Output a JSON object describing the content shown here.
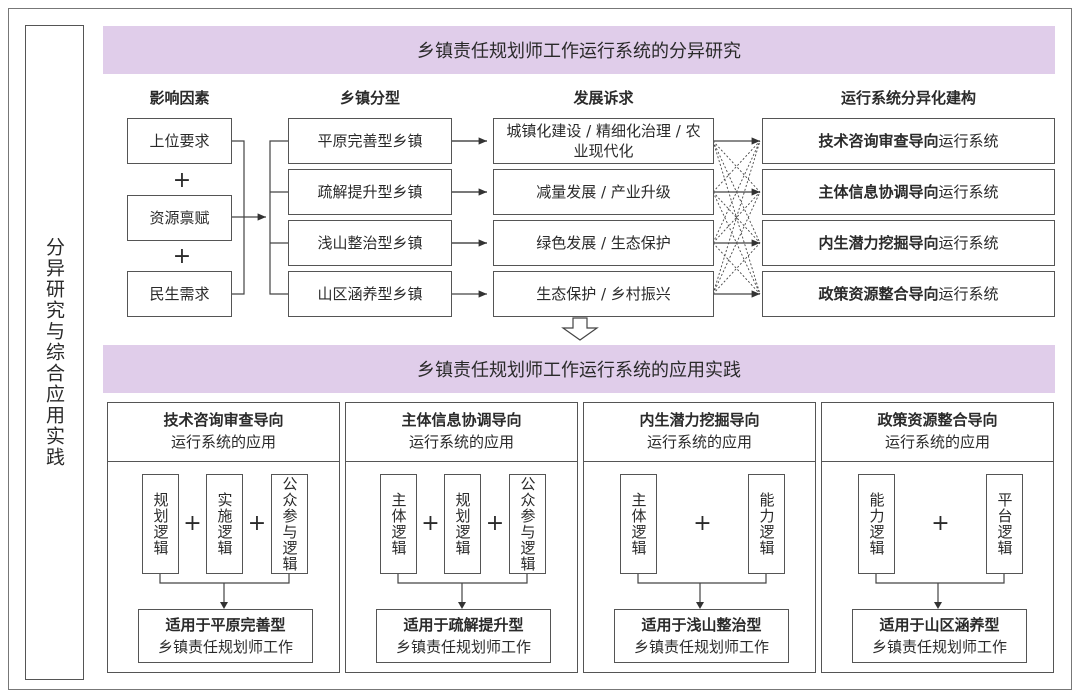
{
  "side_label": "分异研究与综合应用实践",
  "top_title": "乡镇责任规划师工作运行系统的分异研究",
  "bottom_title": "乡镇责任规划师工作运行系统的应用实践",
  "columns": {
    "factors": "影响因素",
    "types": "乡镇分型",
    "demands": "发展诉求",
    "systems": "运行系统分异化建构"
  },
  "factors": [
    "上位要求",
    "资源禀赋",
    "民生需求"
  ],
  "plus": "+",
  "types": [
    "平原完善型乡镇",
    "疏解提升型乡镇",
    "浅山整治型乡镇",
    "山区涵养型乡镇"
  ],
  "demands": [
    "城镇化建设 / 精细化治理 / 农业现代化",
    "减量发展 / 产业升级",
    "绿色发展 / 生态保护",
    "生态保护 / 乡村振兴"
  ],
  "systems": [
    {
      "bold": "技术咨询审查导向",
      "rest": "运行系统"
    },
    {
      "bold": "主体信息协调导向",
      "rest": "运行系统"
    },
    {
      "bold": "内生潜力挖掘导向",
      "rest": "运行系统"
    },
    {
      "bold": "政策资源整合导向",
      "rest": "运行系统"
    }
  ],
  "panels": [
    {
      "title": "技术咨询审查导向",
      "subtitle": "运行系统的应用",
      "logics": [
        "规划逻辑",
        "实施逻辑",
        "公众参与逻辑"
      ],
      "result_bold": "适用于平原完善型",
      "result": "乡镇责任规划师工作"
    },
    {
      "title": "主体信息协调导向",
      "subtitle": "运行系统的应用",
      "logics": [
        "主体逻辑",
        "规划逻辑",
        "公众参与逻辑"
      ],
      "result_bold": "适用于疏解提升型",
      "result": "乡镇责任规划师工作"
    },
    {
      "title": "内生潜力挖掘导向",
      "subtitle": "运行系统的应用",
      "logics": [
        "主体逻辑",
        "能力逻辑"
      ],
      "result_bold": "适用于浅山整治型",
      "result": "乡镇责任规划师工作"
    },
    {
      "title": "政策资源整合导向",
      "subtitle": "运行系统的应用",
      "logics": [
        "能力逻辑",
        "平台逻辑"
      ],
      "result_bold": "适用于山区涵养型",
      "result": "乡镇责任规划师工作"
    }
  ],
  "colors": {
    "band": "#e0cdea",
    "line": "#555555"
  }
}
